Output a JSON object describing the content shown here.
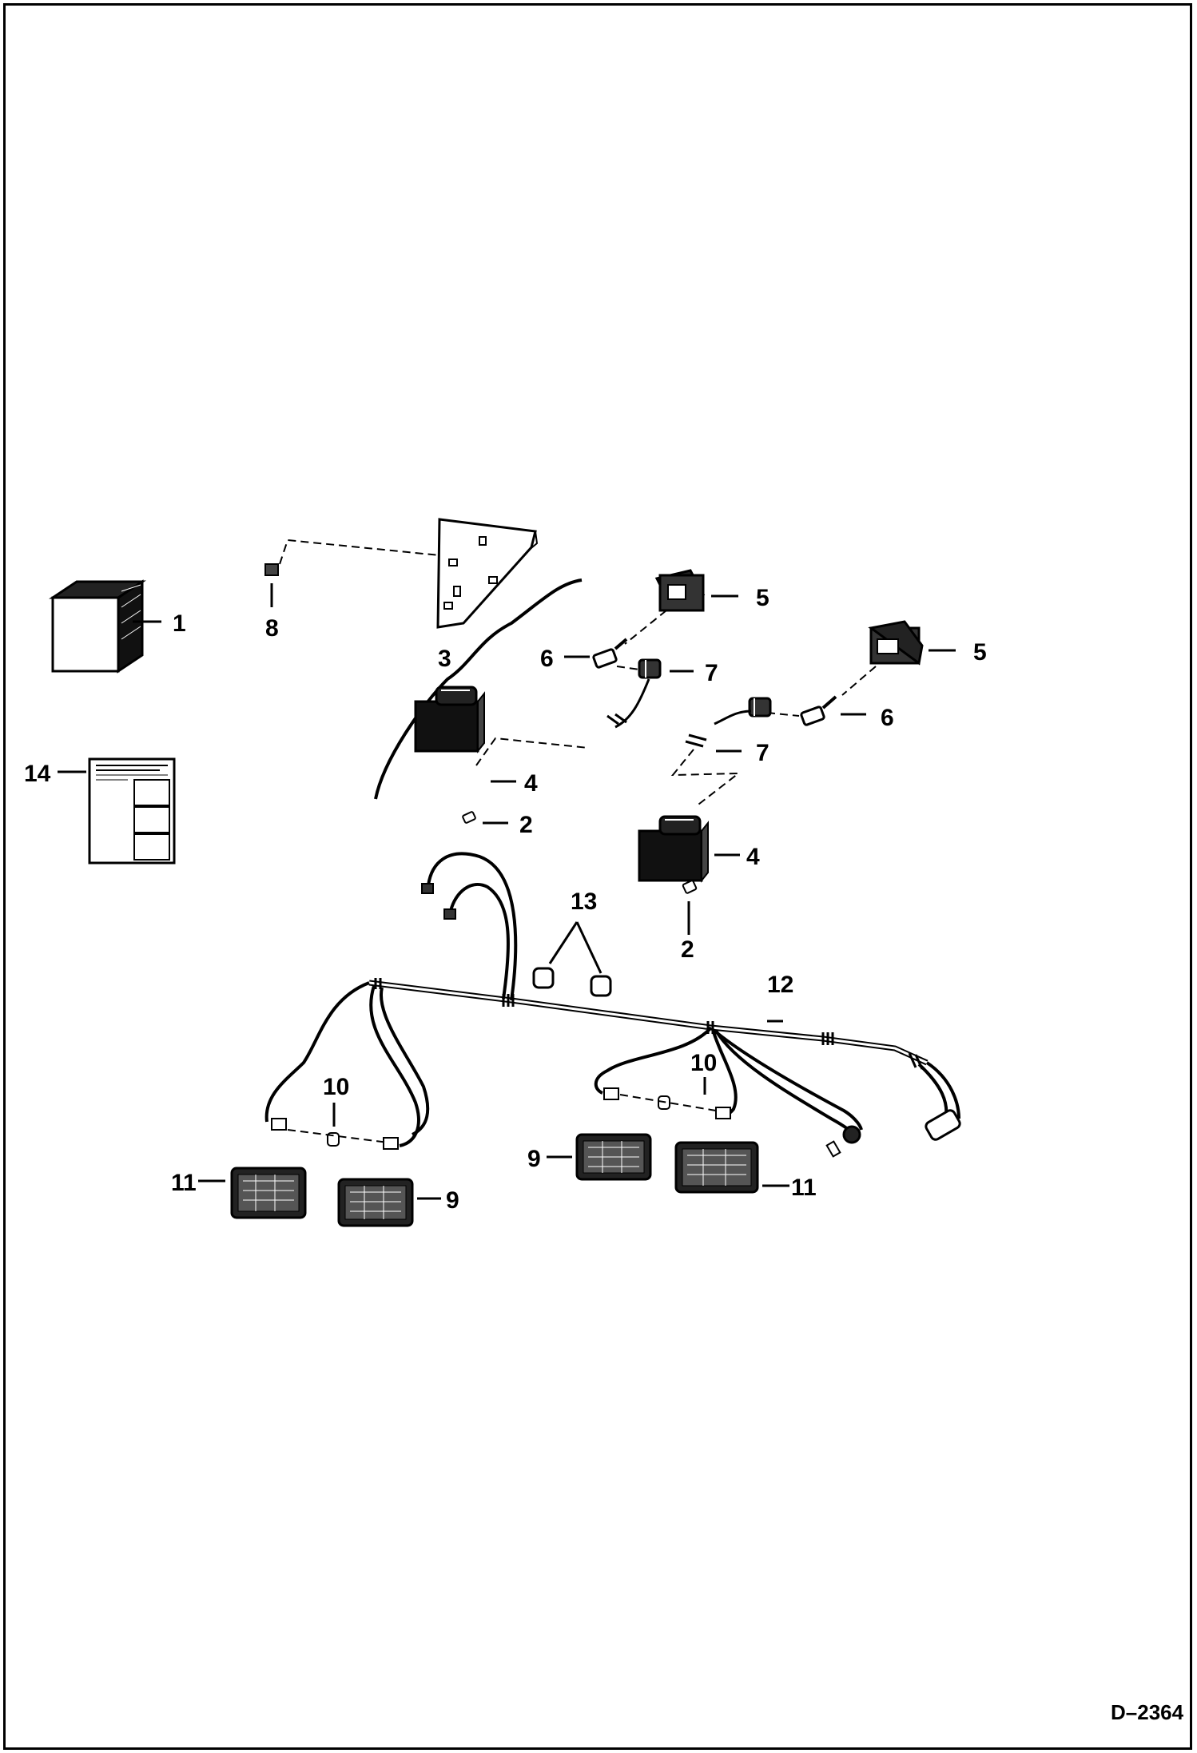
{
  "callouts": {
    "c1": "1",
    "c2a": "2",
    "c2b": "2",
    "c3": "3",
    "c4a": "4",
    "c4b": "4",
    "c5a": "5",
    "c5b": "5",
    "c6a": "6",
    "c6b": "6",
    "c7a": "7",
    "c7b": "7",
    "c8": "8",
    "c9a": "9",
    "c9b": "9",
    "c10a": "10",
    "c10b": "10",
    "c11a": "11",
    "c11b": "11",
    "c12": "12",
    "c13": "13",
    "c14": "14"
  },
  "drawing_code": "D–2364"
}
